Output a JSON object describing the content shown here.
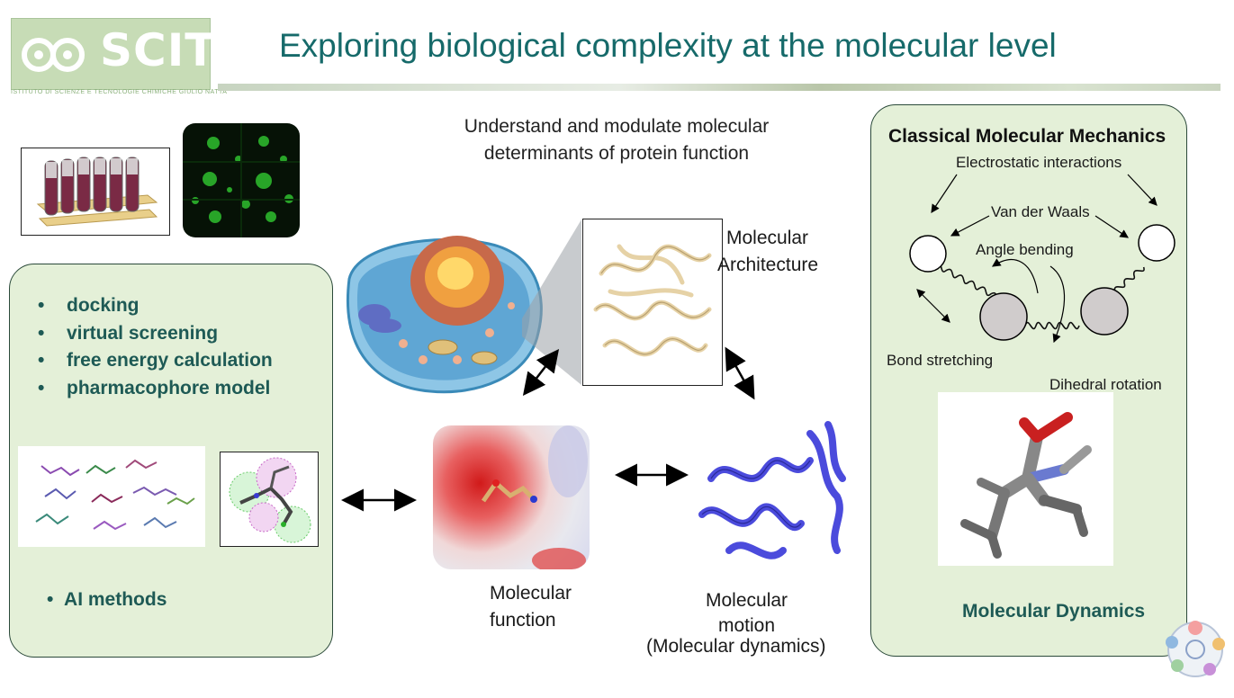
{
  "header": {
    "logo_text": "SCITEC",
    "logo_subtitle": "ISTITUTO DI SCIENZE E TECNOLOGIE CHIMICHE GIULIO NATTA",
    "title": "Exploring biological complexity at the molecular level"
  },
  "center": {
    "subtitle_line1": "Understand and modulate molecular",
    "subtitle_line2": "determinants of protein function",
    "architecture_line1": "Molecular",
    "architecture_line2": "Architecture",
    "function_line1": "Molecular",
    "function_line2": "function",
    "motion_line1": "Molecular",
    "motion_line2": "motion",
    "motion_line3": "(Molecular dynamics)"
  },
  "left_panel": {
    "items": [
      "docking",
      "virtual screening",
      "free energy calculation",
      "pharmacophore model"
    ],
    "ai_methods": "AI methods"
  },
  "right_panel": {
    "title": "Classical Molecular Mechanics",
    "electrostatic": "Electrostatic interactions",
    "van_der_waals": "Van der Waals",
    "angle_bending": "Angle bending",
    "bond_stretching": "Bond stretching",
    "dihedral": "Dihedral rotation",
    "molecular_dynamics": "Molecular Dynamics"
  },
  "colors": {
    "title": "#166a6a",
    "panel_bg": "#e4f0d8",
    "bullet_text": "#1e5a55",
    "protein_blue": "#4b4bdc",
    "protein_tan": "#e6d2a6"
  }
}
